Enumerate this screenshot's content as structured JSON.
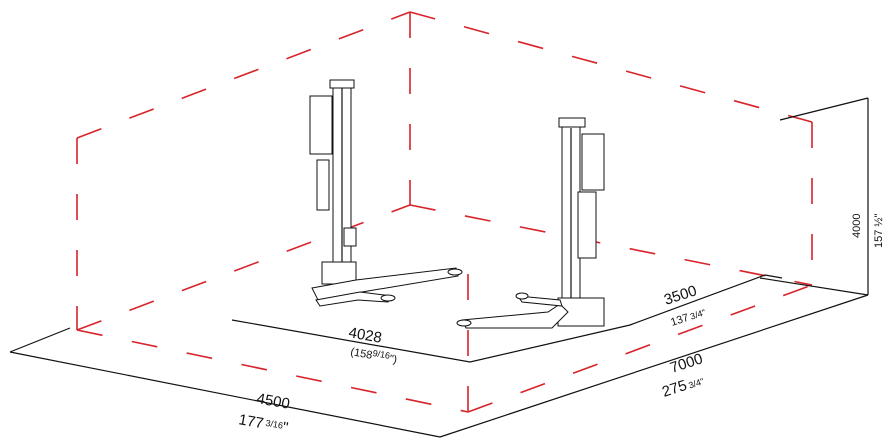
{
  "dimensions": {
    "floor_depth": {
      "mm": "4028",
      "inch": "(158",
      "inch_frac": "9/16",
      "inch_tail": "\")"
    },
    "floor_width": {
      "mm": "3500",
      "inch": "137",
      "inch_frac": "3/4\""
    },
    "bay_width": {
      "mm": "4500",
      "inch": "177",
      "inch_frac": "3/16",
      "inch_tail": "\""
    },
    "bay_length": {
      "mm": "7000",
      "inch": "275",
      "inch_frac": "3/4\""
    },
    "height": {
      "mm": "4000",
      "inch": "157 ½\""
    }
  },
  "colors": {
    "bay_outline": "#d8232a",
    "lines": "#111111"
  }
}
